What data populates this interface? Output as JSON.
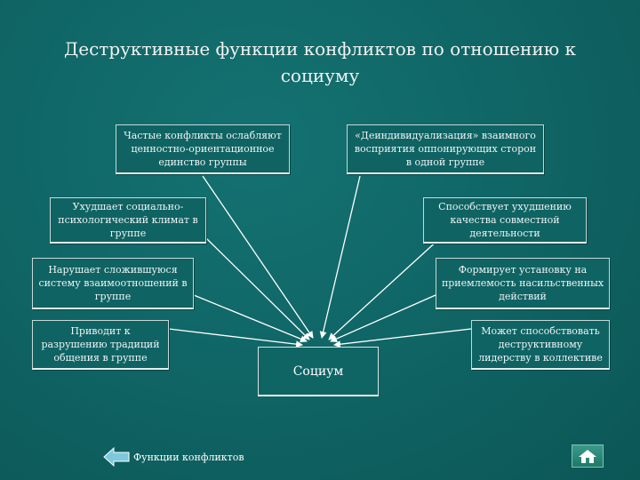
{
  "slide": {
    "title": "Деструктивные функции конфликтов по отношению к социуму",
    "center_label": "Социум",
    "boxes": [
      "Частые конфликты ослабляют ценностно-ориентационное единство группы",
      "«Деиндивидуализация» взаимного восприятия оппонирующих сторон в одной группе",
      "Ухудшает социально-психологический климат в группе",
      "Способствует ухудшению качества совместной деятельности",
      "Нарушает сложившуюся систему взаимоотношений в группе",
      "Формирует установку на приемлемость насильственных действий",
      "Приводит к разрушению традиций общения в группе",
      "Может способствовать деструктивному лидерству в коллективе"
    ]
  },
  "navigation": {
    "back_label": "Функции конфликтов",
    "back_icon": "left-arrow-icon",
    "home_icon": "home-icon"
  },
  "colors": {
    "background": "#0f6161",
    "arrow": "#ffffff",
    "home_button": "#2a8a7a"
  }
}
